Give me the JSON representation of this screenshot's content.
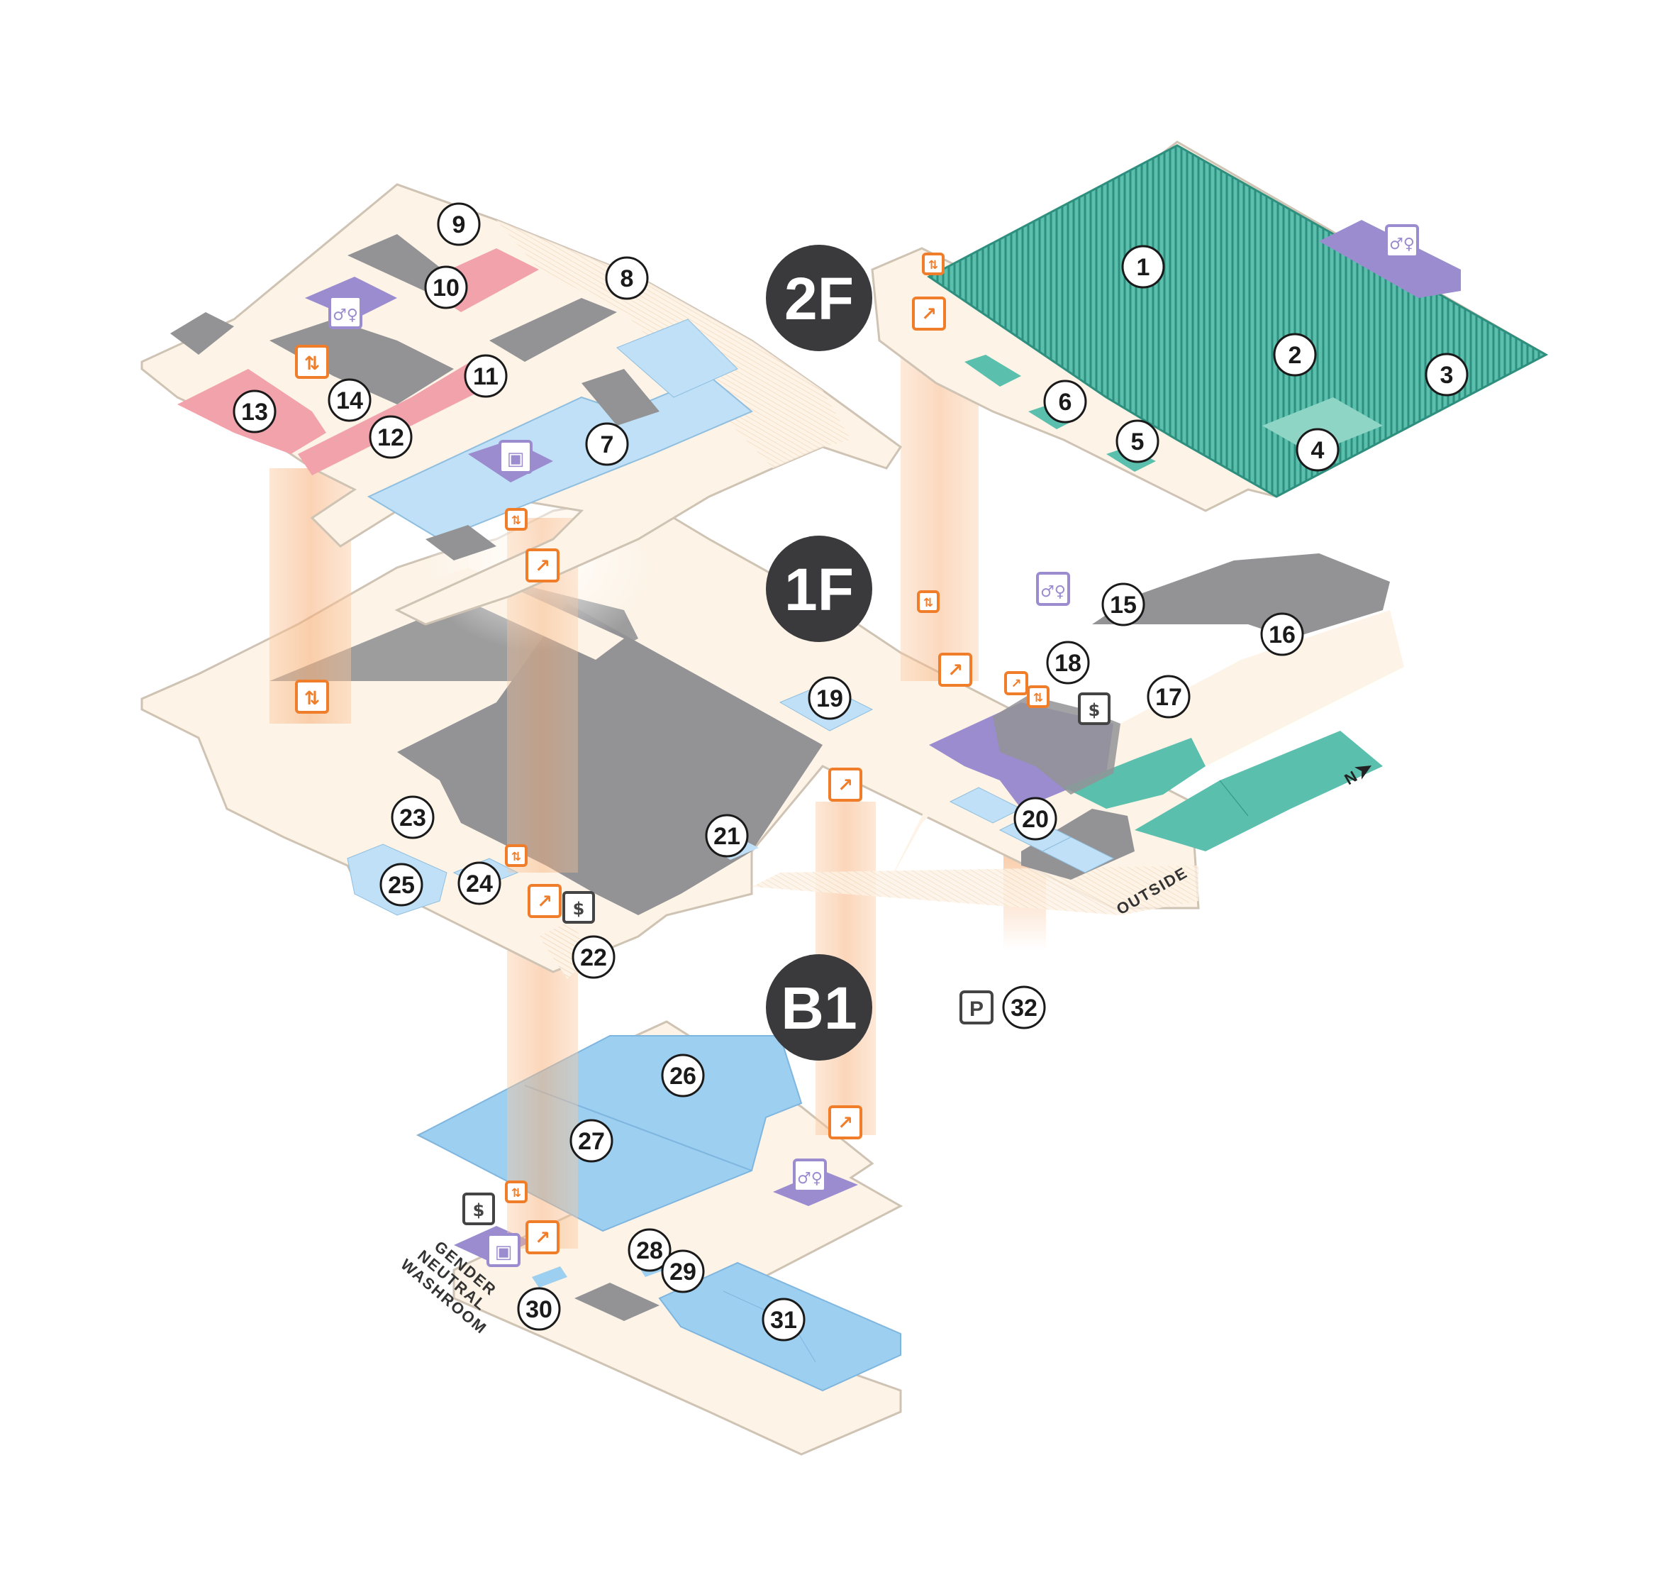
{
  "floors": {
    "f2": "2F",
    "f1": "1F",
    "b1": "B1"
  },
  "labels": {
    "outside": "OUTSIDE",
    "washroom_line1": "GENDER",
    "washroom_line2": "NEUTRAL",
    "washroom_line3": "WASHROOM",
    "north": "N",
    "parking": "P"
  },
  "locations": [
    "1",
    "2",
    "3",
    "4",
    "5",
    "6",
    "7",
    "8",
    "9",
    "10",
    "11",
    "12",
    "13",
    "14",
    "15",
    "16",
    "17",
    "18",
    "19",
    "20",
    "21",
    "22",
    "23",
    "24",
    "25",
    "26",
    "27",
    "28",
    "29",
    "30",
    "31",
    "32"
  ],
  "icons": [
    "washroom-icon",
    "elevator-icon",
    "escalator-icon",
    "family-washroom-icon",
    "atm-icon",
    "parking-icon",
    "north-arrow-icon"
  ],
  "colors": {
    "floor_base": "#fdf3e6",
    "grey_store": "#939396",
    "teal": "#5bbfad",
    "teal_dark": "#2f8f7f",
    "pink": "#f2a2ab",
    "blue": "#bfe0f6",
    "blue_mid": "#9dcff0",
    "purple": "#9b8cd0",
    "orange": "#ef7d2a",
    "dark_badge": "#3a3a3c"
  }
}
